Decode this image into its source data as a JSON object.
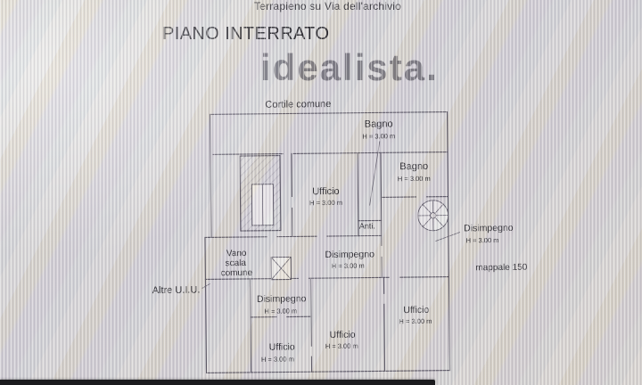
{
  "page": {
    "header_line": "Terrapieno su Via dell'archivio",
    "title": "PIANO INTERRATO",
    "watermark": "idealista."
  },
  "plan": {
    "outside": {
      "cortile": "Cortile comune",
      "altre_uiu": "Altre U.I.U.",
      "mappale": "mappale 150"
    },
    "anti_label": "Anti.",
    "vano_scala_lines": [
      "Vano",
      "scala",
      "comune"
    ],
    "rooms": [
      {
        "name": "Bagno",
        "height": "H = 3.00 m"
      },
      {
        "name": "Ufficio",
        "height": "H = 3.00 m"
      },
      {
        "name": "Bagno",
        "height": "H = 3.00 m"
      },
      {
        "name": "Disimpegno",
        "height": "H = 3.00 m"
      },
      {
        "name": "Disimpegno",
        "height": "H = 3.00 m"
      },
      {
        "name": "Disimpegno",
        "height": "H = 3.00 m"
      },
      {
        "name": "Ufficio",
        "height": "H = 3.00 m"
      },
      {
        "name": "Ufficio",
        "height": "H = 3.00 m"
      },
      {
        "name": "Ufficio",
        "height": "H = 3.00 m"
      }
    ],
    "icons": {
      "spiral_stair": "spiral-stair-icon",
      "elevator": "elevator-x-icon",
      "shaft": "hatched-shaft-icon"
    },
    "colors": {
      "wall": "#5d5965",
      "text": "#2f2e33",
      "watermark": "#67656d",
      "screen_base": "#d7d5d4",
      "bezel": "#1b1b1e"
    }
  }
}
